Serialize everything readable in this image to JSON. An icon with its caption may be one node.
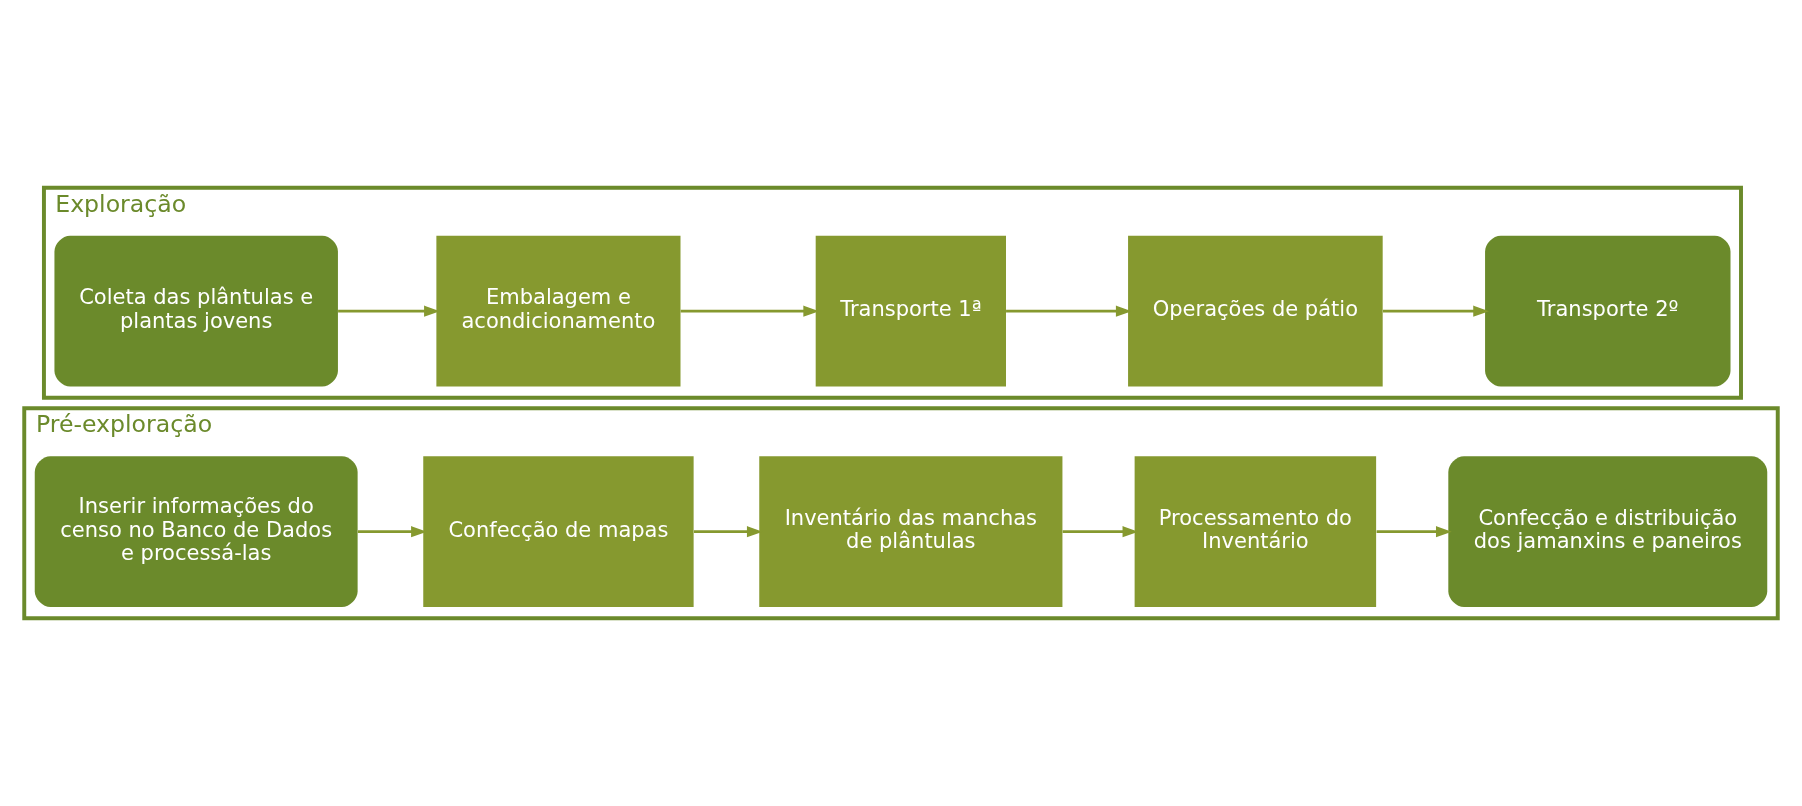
{
  "diagram": {
    "nodes": [
      {
        "text": [
          "Pré-exploração"
        ]
      },
      {
        "text": [
          "Inserir informações do censo no Banco de Dados e processá-las"
        ],
        "in": 0
      },
      {
        "text": [
          "Confecção de mapas"
        ],
        "in": 0
      },
      {
        "text": [
          "Inventário das manchas de plântulas"
        ],
        "in": 0
      },
      {
        "text": [
          "Processamento do Inventário"
        ],
        "in": 0
      },
      {
        "text": [
          "Confecção e distribuição dos jamanxins e paneiros"
        ],
        "in": 0
      },
      {
        "text": [
          "Exploração"
        ]
      },
      {
        "text": [
          "Coleta das plântulas e plantas jovens"
        ],
        "in": 6
      },
      {
        "text": [
          "Embalagem e acondicionamento"
        ],
        "in": 6
      },
      {
        "text": [
          "Transporte 1ª"
        ],
        "in": 6
      },
      {
        "text": [
          "Operações de pátio"
        ],
        "in": 6
      },
      {
        "text": [
          "Transporte 2º"
        ],
        "in": 6
      }
    ],
    "edges": [
      {
        "from": 1,
        "to": 2,
        "arrow": "to"
      },
      {
        "from": 2,
        "to": 3,
        "arrow": "to"
      },
      {
        "from": 3,
        "to": 4,
        "arrow": "to"
      },
      {
        "from": 4,
        "to": 5,
        "arrow": "to"
      },
      {
        "from": 7,
        "to": 8,
        "arrow": "to"
      },
      {
        "from": 8,
        "to": 9,
        "arrow": "to"
      },
      {
        "from": 9,
        "to": 10,
        "arrow": "to"
      },
      {
        "from": 10,
        "to": 11,
        "arrow": "to"
      }
    ]
  }
}
